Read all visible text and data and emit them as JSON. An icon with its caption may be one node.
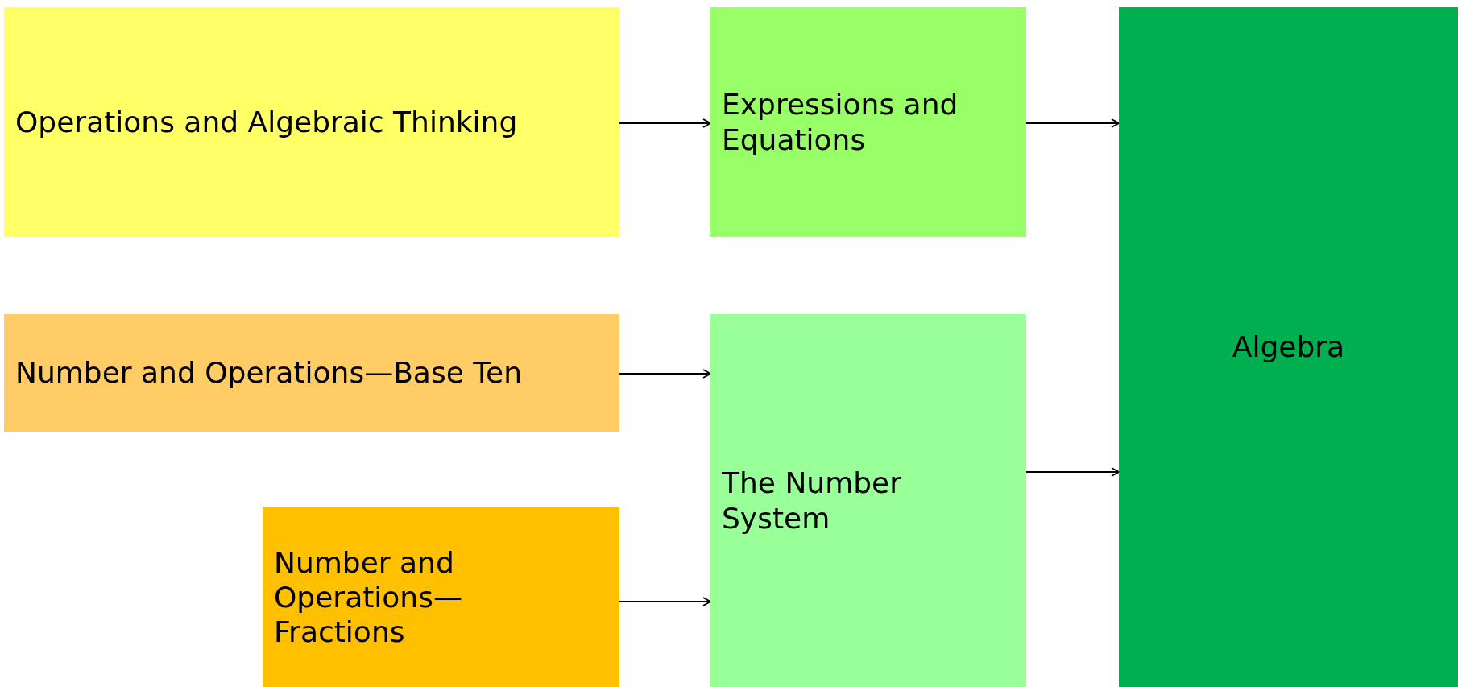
{
  "diagram": {
    "nodes": [
      {
        "text": [
          "Operations and Algebraic Thinking"
        ]
      },
      {
        "text": [
          "Expressions and Equations"
        ]
      },
      {
        "text": [
          "Algebra"
        ]
      },
      {
        "text": [
          "Number and Operations—Base Ten"
        ]
      },
      {
        "text": [
          "Number and Operations—Fractions"
        ]
      },
      {
        "text": [
          "The Number System"
        ]
      }
    ],
    "edges": [
      {
        "from": 0,
        "to": 1,
        "arrow": "to"
      },
      {
        "from": 1,
        "to": 2,
        "arrow": "to"
      },
      {
        "from": 3,
        "to": 5,
        "arrow": "to"
      },
      {
        "from": 4,
        "to": 5,
        "arrow": "to"
      },
      {
        "from": 5,
        "to": 2,
        "arrow": "to"
      }
    ]
  }
}
